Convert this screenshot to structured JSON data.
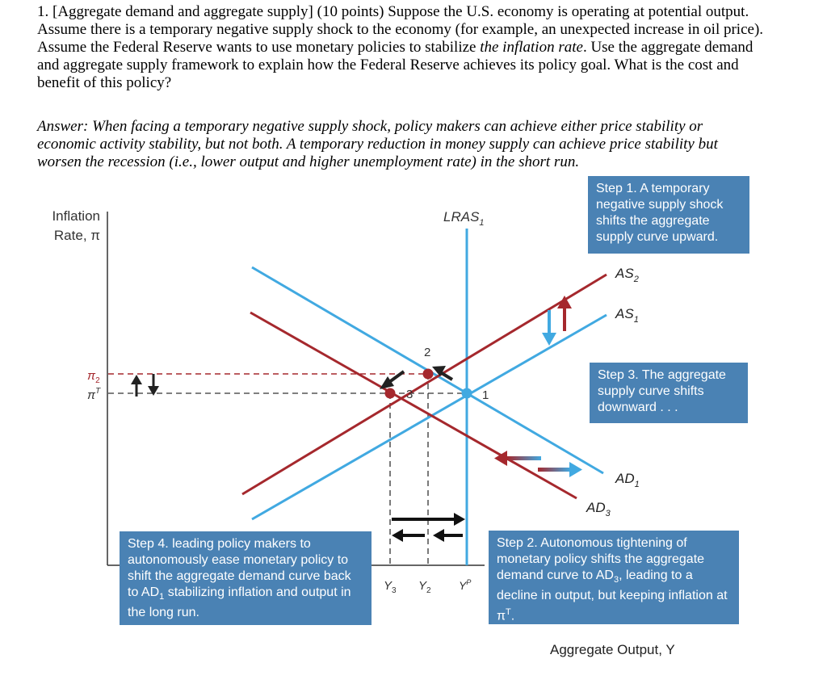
{
  "question": {
    "part1": "1. [Aggregate demand and aggregate supply] (10 points) Suppose the U.S. economy is operating at potential output. Assume there is a temporary negative supply shock to the economy (for example, an unexpected increase in oil price). Assume the Federal Reserve wants to use monetary policies to stabilize ",
    "emphasis": "the inflation rate",
    "part2": ". Use the aggregate demand and aggregate supply framework to explain how the Federal Reserve achieves its policy goal. What is the cost and benefit of this policy?"
  },
  "answer": {
    "lead": "Answer:",
    "text": " When facing a temporary negative supply shock, policy makers can achieve either price stability or economic activity stability, but not both. A temporary reduction in money supply can achieve price stability but worsen the recession (i.e., lower output and higher unemployment rate) in the short run."
  },
  "figure": {
    "y_axis_label_1": "Inflation",
    "y_axis_label_2": "Rate, π",
    "x_axis_label": "Aggregate Output, Y",
    "curves": {
      "lras": "LRAS",
      "lras_sub": "1",
      "as2": "AS",
      "as2_sub": "2",
      "as1": "AS",
      "as1_sub": "1",
      "ad1": "AD",
      "ad1_sub": "1",
      "ad3": "AD",
      "ad3_sub": "3"
    },
    "y_ticks": {
      "pi2": "π",
      "pi2_sub": "2",
      "piT": "π",
      "piT_sup": "T"
    },
    "x_ticks": {
      "y3": "Y",
      "y3_sub": "3",
      "y2": "Y",
      "y2_sub": "2",
      "yp": "Y",
      "yp_sup": "P"
    },
    "points": {
      "p1": "1",
      "p2": "2",
      "p3": "3"
    },
    "steps": {
      "step1": "Step 1. A temporary negative supply shock shifts the aggregate supply curve upward.",
      "step2a": "Step 2. Autonomous tightening of monetary policy shifts the aggregate demand curve to AD",
      "step2a_sub": "3",
      "step2b": ", leading to a decline in output, but keeping inflation at π",
      "step2b_sup": "T",
      "step2c": ".",
      "step3": "Step 3. The aggregate supply curve shifts downward . . .",
      "step4a": "Step 4. leading policy makers to autonomously ease monetary policy to shift the aggregate demand curve back to AD",
      "step4a_sub": "1",
      "step4b": " stabilizing inflation and output in the long run."
    },
    "colors": {
      "blue": "#41a9e1",
      "red": "#a5282d",
      "step_box": "#4a82b4",
      "axis": "#333333"
    }
  }
}
